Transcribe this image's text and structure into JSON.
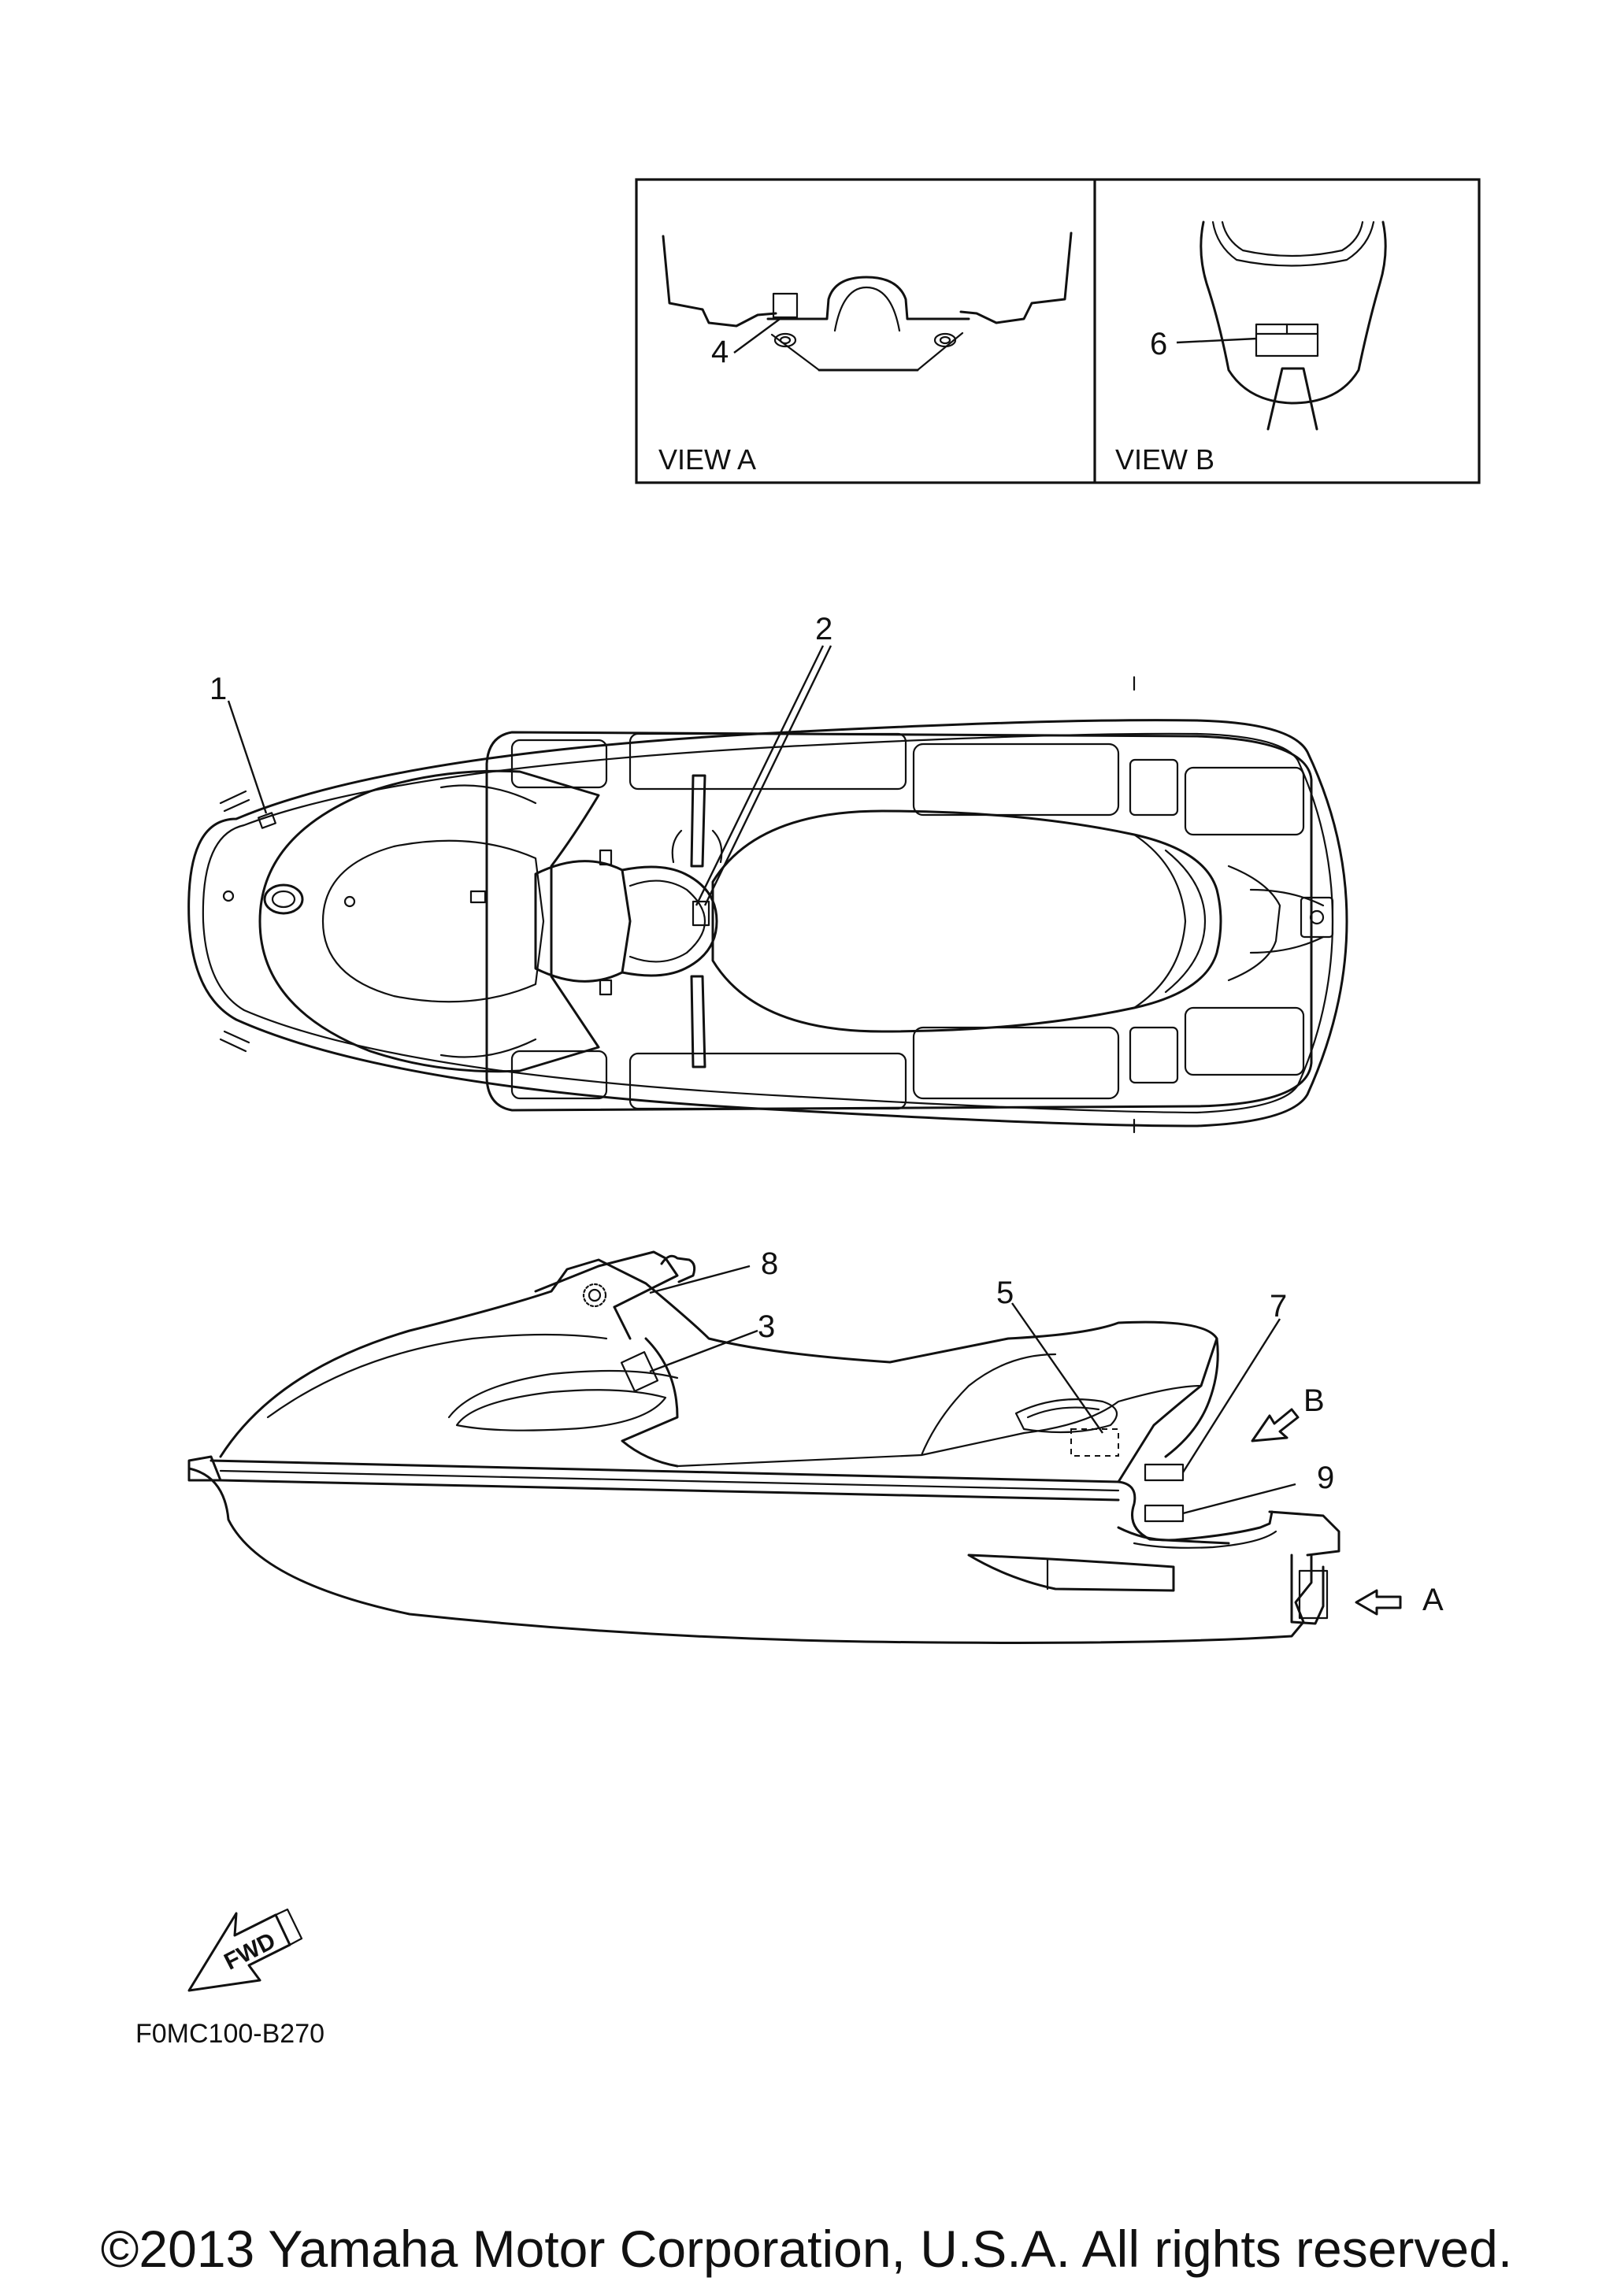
{
  "views": {
    "view_a": {
      "label": "VIEW A"
    },
    "view_b": {
      "label": "VIEW B"
    }
  },
  "callouts": [
    "1",
    "2",
    "3",
    "4",
    "5",
    "6",
    "7",
    "8",
    "9"
  ],
  "direction_markers": {
    "a": "A",
    "b": "B"
  },
  "fwd_marker": {
    "text": "FWD",
    "icon": "forward-arrow-icon"
  },
  "figure_code": "F0MC100-B270",
  "copyright": "©2013 Yamaha Motor Corporation, U.S.A. All rights reserved."
}
